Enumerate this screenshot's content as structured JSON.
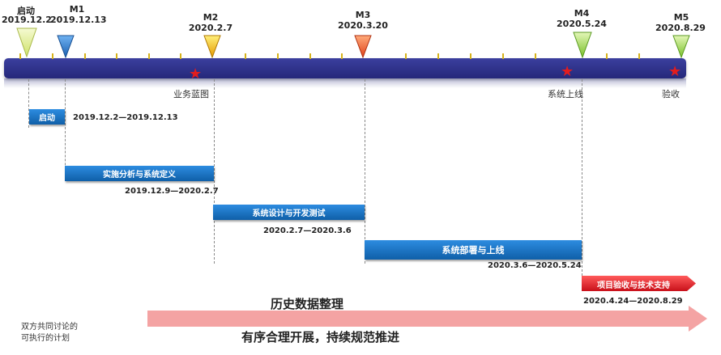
{
  "milestones": [
    {
      "name": "启动",
      "date": "2019.12.2",
      "color": "#e8f2a6"
    },
    {
      "name": "M1",
      "date": "2019.12.13",
      "color": "#2f7fd6"
    },
    {
      "name": "M2",
      "date": "2020.2.7",
      "color": "#f2c200"
    },
    {
      "name": "M3",
      "date": "2020.3.20",
      "color": "#f0622a"
    },
    {
      "name": "M4",
      "date": "2020.5.24",
      "color": "#9ed64a"
    },
    {
      "name": "M5",
      "date": "2020.8.29",
      "color": "#9ed64a"
    }
  ],
  "star_labels": [
    "业务蓝图",
    "系统上线",
    "验收"
  ],
  "phases": [
    {
      "label": "启动",
      "dates": "2019.12.2—2019.12.13"
    },
    {
      "label": "实施分析与系统定义",
      "dates": "2019.12.9—2020.2.7"
    },
    {
      "label": "系统设计与开发测试",
      "dates": "2020.2.7—2020.3.6"
    },
    {
      "label": "系统部署与上线",
      "dates": "2020.3.6—2020.5.24"
    }
  ],
  "support": {
    "label": "项目验收与技术支持",
    "dates": "2020.4.24—2020.8.29",
    "color": "#e0202a"
  },
  "history": {
    "title": "历史数据整理",
    "slogan": "有序合理开展，持续规范推进",
    "color": "#f4a3a3"
  },
  "note": {
    "line1": "双方共同讨论的",
    "line2": "可执行的计划"
  },
  "colors": {
    "bar": "#2b2f86",
    "phase": "#1a74c4",
    "tick": "#d6b21a",
    "star": "#e31d1d"
  }
}
